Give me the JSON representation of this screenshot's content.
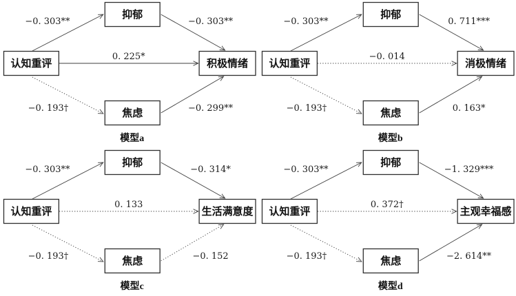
{
  "diagram": {
    "type": "mediation-path-diagram",
    "colors": {
      "background": "#ffffff",
      "line": "#3f3f3f",
      "box_border": "#2e2e2e",
      "text": "#111111"
    },
    "models": [
      {
        "caption": "模型a",
        "nodes": {
          "predictor": "认知重评",
          "mediator_top": "抑郁",
          "mediator_bottom": "焦虑",
          "outcome": "积极情绪"
        },
        "paths": {
          "pred_to_top": {
            "label": "−0. 303**",
            "style": "solid"
          },
          "top_to_outcome": {
            "label": "−0. 303**",
            "style": "solid"
          },
          "direct": {
            "label": "0. 225*",
            "style": "solid"
          },
          "pred_to_bottom": {
            "label": "−0. 193†",
            "style": "dotted"
          },
          "bottom_to_outcome": {
            "label": "−0. 299**",
            "style": "solid"
          }
        }
      },
      {
        "caption": "模型b",
        "nodes": {
          "predictor": "认知重评",
          "mediator_top": "抑郁",
          "mediator_bottom": "焦虑",
          "outcome": "消极情绪"
        },
        "paths": {
          "pred_to_top": {
            "label": "−0. 303**",
            "style": "solid"
          },
          "top_to_outcome": {
            "label": "0. 711***",
            "style": "solid"
          },
          "direct": {
            "label": "−0. 014",
            "style": "dotted"
          },
          "pred_to_bottom": {
            "label": "−0. 193†",
            "style": "dotted"
          },
          "bottom_to_outcome": {
            "label": "0. 163*",
            "style": "solid"
          }
        }
      },
      {
        "caption": "模型c",
        "nodes": {
          "predictor": "认知重评",
          "mediator_top": "抑郁",
          "mediator_bottom": "焦虑",
          "outcome": "生活满意度"
        },
        "paths": {
          "pred_to_top": {
            "label": "−0. 303**",
            "style": "solid"
          },
          "top_to_outcome": {
            "label": "−0. 314*",
            "style": "solid"
          },
          "direct": {
            "label": "0. 133",
            "style": "dotted"
          },
          "pred_to_bottom": {
            "label": "−0. 193†",
            "style": "dotted"
          },
          "bottom_to_outcome": {
            "label": "−0. 152",
            "style": "dotted"
          }
        }
      },
      {
        "caption": "模型d",
        "nodes": {
          "predictor": "认知重评",
          "mediator_top": "抑郁",
          "mediator_bottom": "焦虑",
          "outcome": "主观幸福感"
        },
        "paths": {
          "pred_to_top": {
            "label": "−0. 303**",
            "style": "solid"
          },
          "top_to_outcome": {
            "label": "−1. 329***",
            "style": "solid"
          },
          "direct": {
            "label": "0. 372†",
            "style": "dotted"
          },
          "pred_to_bottom": {
            "label": "−0. 193†",
            "style": "dotted"
          },
          "bottom_to_outcome": {
            "label": "−2. 614**",
            "style": "solid"
          }
        }
      }
    ]
  }
}
